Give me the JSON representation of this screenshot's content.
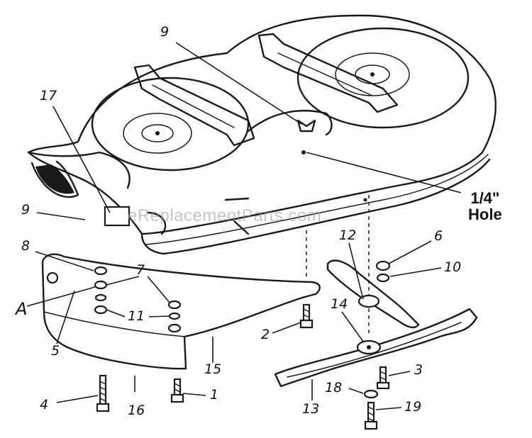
{
  "callouts": {
    "c9_top": "9",
    "c17": "17",
    "c9_left": "9",
    "c8": "8",
    "c7": "7",
    "cA": "A",
    "c11": "11",
    "c5": "5",
    "c4": "4",
    "c16": "16",
    "c1": "1",
    "c15": "15",
    "c2": "2",
    "c12": "12",
    "c6": "6",
    "c10": "10",
    "c14": "14",
    "c3": "3",
    "c18": "18",
    "c13": "13",
    "c19": "19"
  },
  "note": {
    "line1": "1/4\"",
    "line2": "Hole"
  },
  "watermark": "eReplacementParts.com",
  "colors": {
    "ink": "#1a1a1a",
    "background": "#ffffff"
  }
}
